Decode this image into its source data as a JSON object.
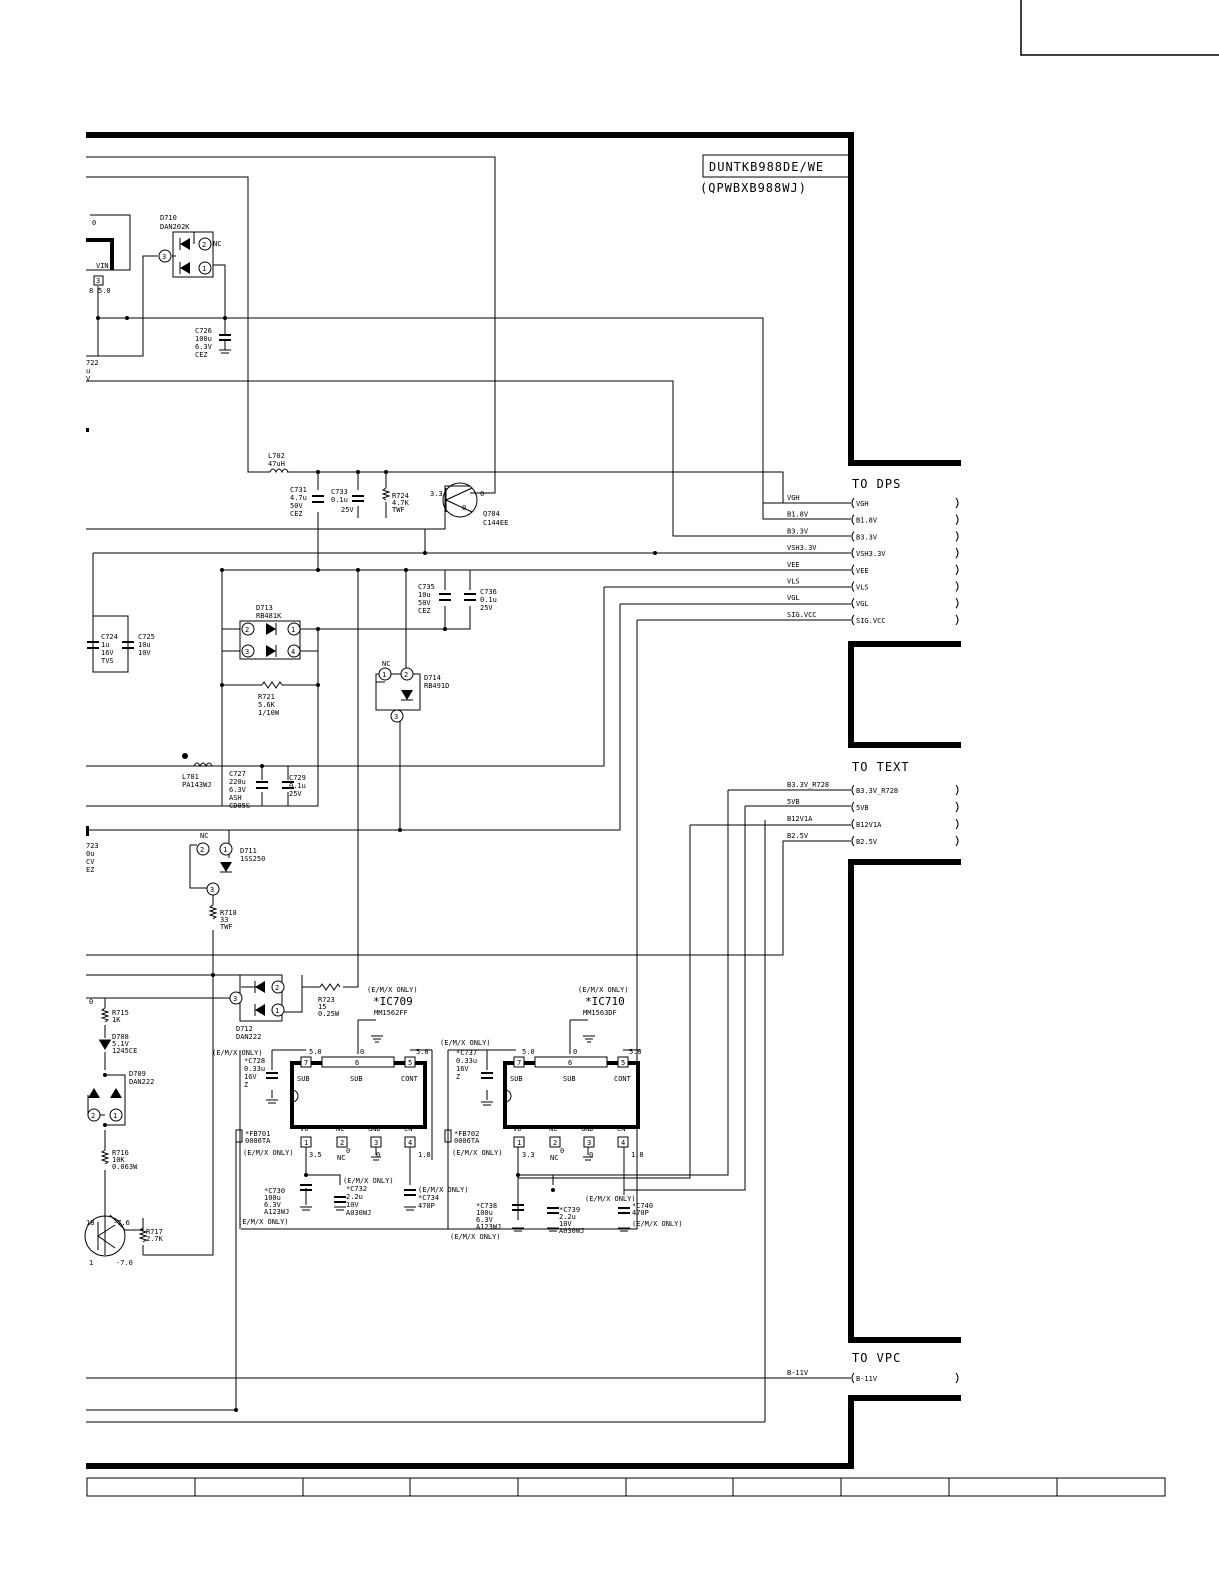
{
  "title_block": {
    "model": "DUNTKB988DE/WE",
    "board": "(QPWBXB988WJ)"
  },
  "connectors": {
    "to_dps": {
      "title": "TO DPS",
      "pins": [
        "VGH",
        "B1.8V",
        "B3.3V",
        "VSH3.3V",
        "VEE",
        "VLS",
        "VGL",
        "SIG.VCC"
      ],
      "wire_labels": [
        "VGH",
        "B1.8V",
        "B3.3V",
        "VSH3.3V",
        "VEE",
        "VLS",
        "VGL",
        "SIG.VCC"
      ]
    },
    "to_text": {
      "title": "TO TEXT",
      "pins": [
        "B3.3V_R728",
        "5VB",
        "B12V1A",
        "B2.5V"
      ],
      "wire_labels": [
        "B3.3V_R728",
        "5VB",
        "B12V1A",
        "B2.5V"
      ]
    },
    "to_vpc": {
      "title": "TO VPC",
      "pins": [
        "B-11V"
      ],
      "wire_labels": [
        "B-11V"
      ]
    }
  },
  "components": {
    "d710": {
      "ref": "D710",
      "part": "DAN202K",
      "nc": "NC"
    },
    "c726": {
      "ref": "C726",
      "v1": "100u",
      "v2": "6.3V",
      "v3": "CEZ"
    },
    "l702": {
      "ref": "L702",
      "val": "47uH"
    },
    "c731": {
      "ref": "C731",
      "v1": "4.7u",
      "v2": "50V",
      "v3": "CEZ"
    },
    "c733": {
      "ref": "C733",
      "v1": "0.1u",
      "v2": "25V"
    },
    "r724": {
      "ref": "R724",
      "v1": "4.7K",
      "v2": "TWF"
    },
    "q704": {
      "ref": "Q704",
      "part": "C144EE",
      "v_b": "3.3",
      "v_c": "0",
      "v_e": "0"
    },
    "c735": {
      "ref": "C735",
      "v1": "10u",
      "v2": "50V",
      "v3": "CEZ"
    },
    "c736": {
      "ref": "C736",
      "v1": "0.1u",
      "v2": "25V"
    },
    "d713": {
      "ref": "D713",
      "part": "RB481K"
    },
    "d714": {
      "ref": "D714",
      "part": "RB491D",
      "nc": "NC"
    },
    "c724": {
      "ref": "C724",
      "v1": "1u",
      "v2": "16V",
      "v3": "TVS"
    },
    "c725": {
      "ref": "C725",
      "v1": "10u",
      "v2": "10V"
    },
    "r721": {
      "ref": "R721",
      "v1": "5.6K",
      "v2": "1/10W"
    },
    "l701": {
      "ref": "L701",
      "part": "PA143WJ"
    },
    "c727": {
      "ref": "C727",
      "v1": "220u",
      "v2": "6.3V",
      "v3": "ASH",
      "v4": "CD05S"
    },
    "c729": {
      "ref": "C729",
      "v1": "0.1u",
      "v2": "25V"
    },
    "d711": {
      "ref": "D711",
      "part": "1SS250",
      "nc": "NC"
    },
    "r718": {
      "ref": "R718",
      "v1": "33",
      "v2": "TWF"
    },
    "d712": {
      "ref": "D712",
      "part": "DAN222"
    },
    "r723": {
      "ref": "R723",
      "v1": "15",
      "v2": "0.25W"
    },
    "r715": {
      "ref": "R715",
      "v1": "1K"
    },
    "d708": {
      "ref": "D708",
      "v1": "5.1V",
      "v2": "1245CE"
    },
    "d709": {
      "ref": "D709",
      "part": "DAN222"
    },
    "r716": {
      "ref": "R716",
      "v1": "10K",
      "v2": "0.063W"
    },
    "r717": {
      "ref": "R717",
      "v1": "2.7K"
    },
    "q718": {
      "ref": "18",
      "v_b": "-7.6",
      "v_e": "-7.0"
    },
    "ic709": {
      "only": "(E/M/X ONLY)",
      "ref": "*IC709",
      "part": "MM1562FF"
    },
    "ic710": {
      "only": "(E/M/X ONLY)",
      "ref": "*IC710",
      "part": "MM1563DF"
    },
    "c728": {
      "only": "(E/M/X ONLY)",
      "ref": "*C728",
      "v1": "0.33u",
      "v2": "16V",
      "v3": "Z"
    },
    "c737": {
      "only": "(E/M/X ONLY)",
      "ref": "*C737",
      "v1": "0.33u",
      "v2": "16V",
      "v3": "Z"
    },
    "fb701": {
      "ref": "*FB701",
      "part": "0006TA",
      "only": "(E/M/X ONLY)"
    },
    "fb702": {
      "ref": "*FB702",
      "part": "0006TA",
      "only": "(E/M/X ONLY)"
    },
    "c730": {
      "ref": "*C730",
      "v1": "100u",
      "v2": "6.3V",
      "v3": "A123WJ",
      "only": "(E/M/X ONLY)"
    },
    "c732": {
      "ref": "*C732",
      "v1": "2.2u",
      "v2": "10V",
      "v3": "A030WJ",
      "only": "(E/M/X ONLY)"
    },
    "c734": {
      "ref": "*C734",
      "v1": "470P",
      "only": "(E/M/X ONLY)"
    },
    "c738": {
      "ref": "*C738",
      "v1": "100u",
      "v2": "6.3V",
      "v3": "A123WJ",
      "only": "(E/M/X ONLY)"
    },
    "c739": {
      "ref": "*C739",
      "v1": "2.2u",
      "v2": "10V",
      "v3": "A030WJ",
      "only": "(E/M/X ONLY)"
    },
    "c740": {
      "ref": "*C740",
      "v1": "470P",
      "only": "(E/M/X ONLY)"
    },
    "c722": {
      "ref": "722",
      "v1": "u",
      "v2": "V"
    },
    "c723": {
      "ref": "723",
      "v1": "0u",
      "v2": "CV",
      "v3": "EZ"
    },
    "vin": {
      "label": "VIN",
      "pin": "3",
      "v1": "8",
      "v2": "5.0",
      "top": "0"
    },
    "ic_pins": {
      "p7": "7",
      "p6": "6",
      "p5": "5",
      "p1": "1",
      "p2": "2",
      "p3": "3",
      "p4": "4",
      "sub": "SUB",
      "sub2": "SUB",
      "cont": "CONT",
      "vo": "VO",
      "nc": "NC",
      "gnd": "GND",
      "cn": "CN"
    },
    "ic709_volts": {
      "v7": "5.0",
      "v6": "0",
      "v5": "5.0",
      "v1": "3.5",
      "v2": "0",
      "v3": "0",
      "v4": "1.8"
    },
    "ic710_volts": {
      "v7": "5.0",
      "v6": "0",
      "v5": "5.0",
      "v1": "3.3",
      "v2": "0",
      "v3": "0",
      "v4": "1.8"
    },
    "r715_node": "0"
  }
}
